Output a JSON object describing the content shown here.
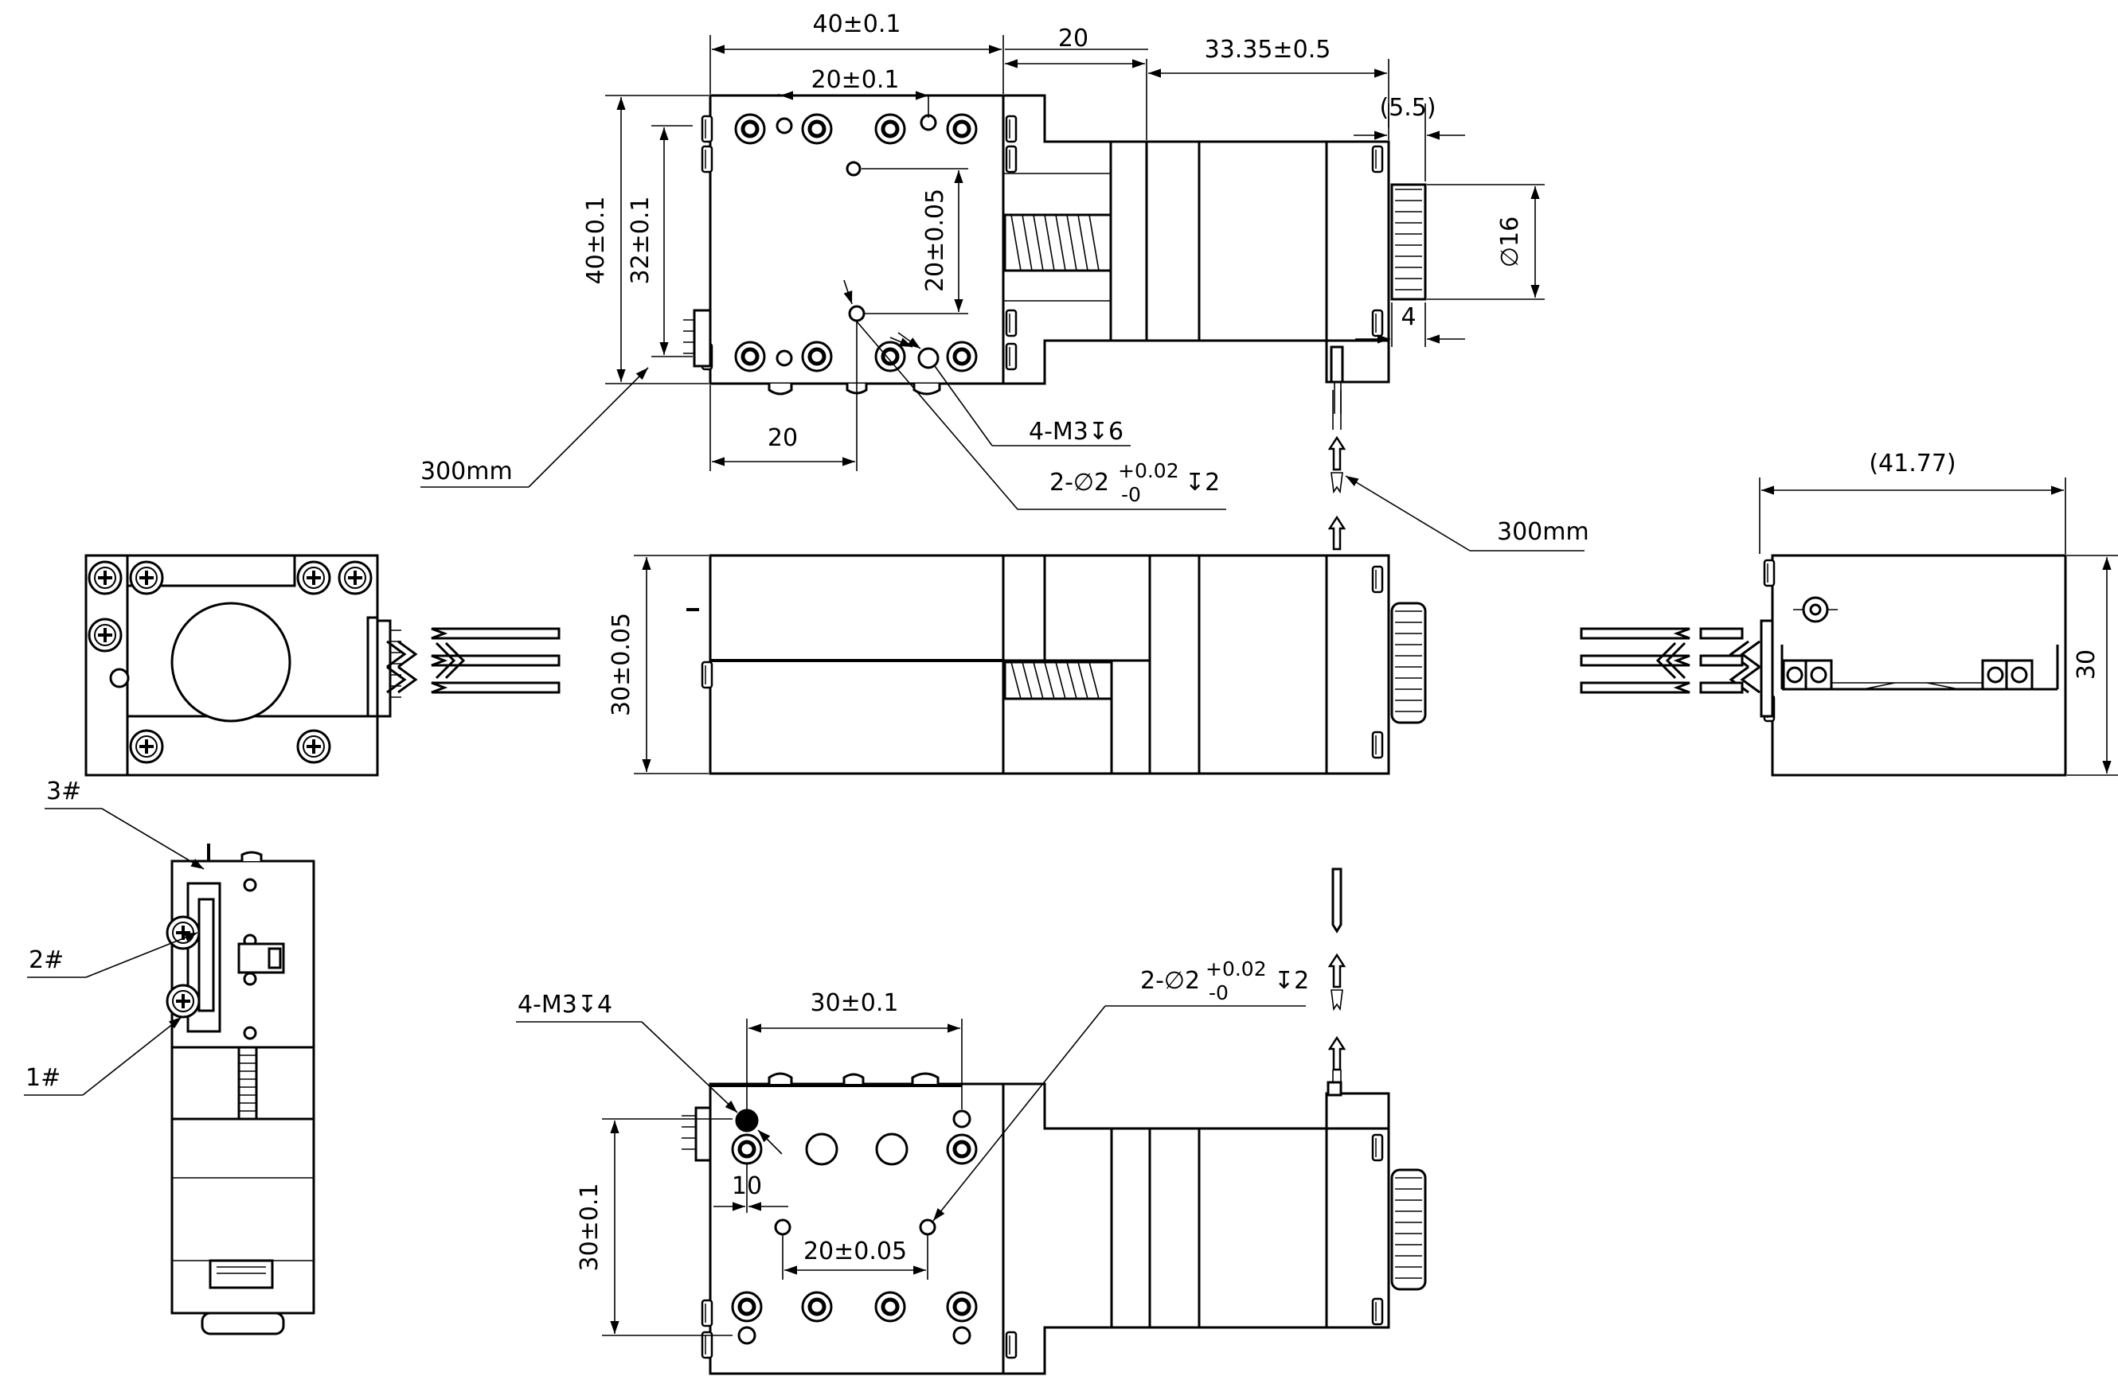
{
  "dimensions": {
    "top_width": "40±0.1",
    "top_inner_width": "20±0.1",
    "top_gap": "20",
    "top_motor_length": "33.35±0.5",
    "top_knob_offset": "(5.5)",
    "top_height": "40±0.1",
    "top_inner_height": "32±0.1",
    "top_hole_spacing": "20±0.05",
    "top_knob_diameter": "∅16",
    "top_knob_width": "4",
    "top_bottom_offset": "20",
    "top_tapped_holes": "4-M3↧6",
    "top_pin_holes_main": "2-∅2",
    "top_pin_holes_upper_tol": "+0.02",
    "top_pin_holes_lower_tol": "-0",
    "top_pin_holes_depth": "↧2",
    "cable_length_left": "300mm",
    "cable_length_right": "300mm",
    "front_height": "30±0.05",
    "right_width": "(41.77)",
    "right_height": "30",
    "bottom_width": "30±0.1",
    "bottom_tapped_holes": "4-M3↧4",
    "bottom_pin_holes_main": "2-∅2",
    "bottom_pin_holes_upper_tol": "+0.02",
    "bottom_pin_holes_lower_tol": "-0",
    "bottom_pin_holes_depth": "↧2",
    "bottom_offset": "10",
    "bottom_height": "30±0.1",
    "bottom_hole_spacing": "20±0.05"
  },
  "side_labels": {
    "pin3": "3#",
    "pin2": "2#",
    "pin1": "1#"
  }
}
